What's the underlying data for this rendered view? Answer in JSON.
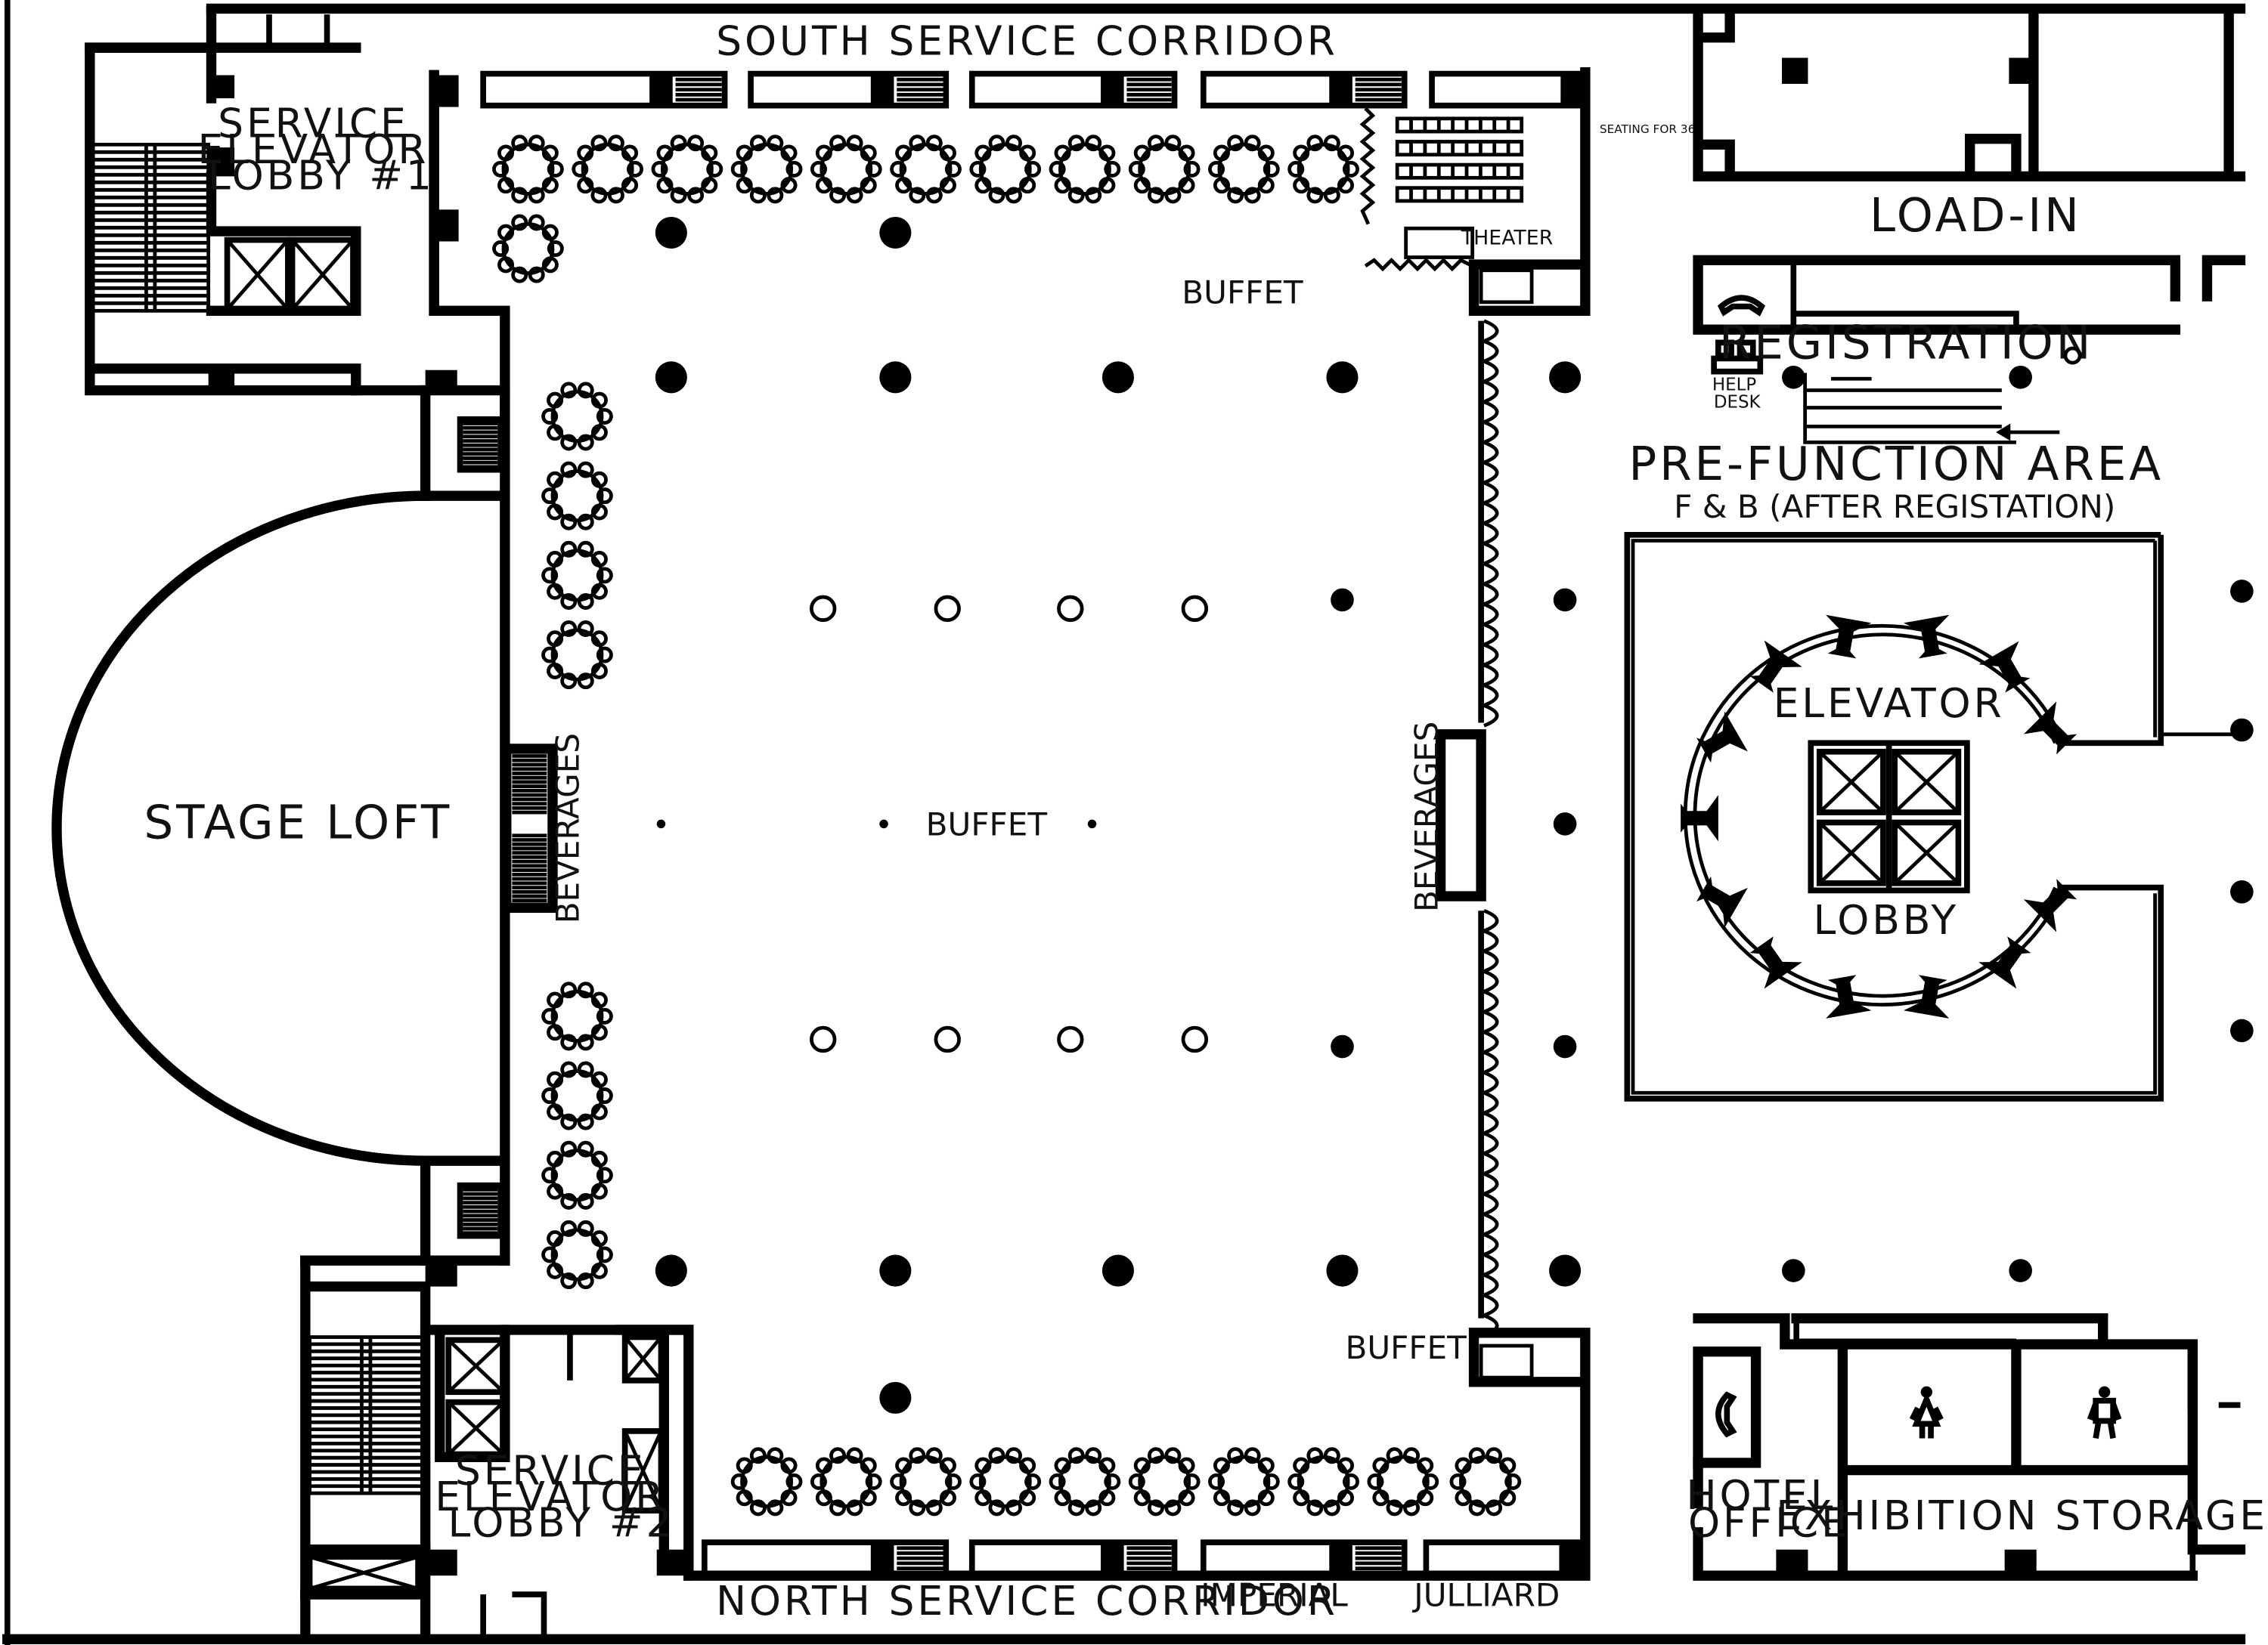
{
  "labels": {
    "south_corridor": "SOUTH SERVICE CORRIDOR",
    "north_corridor": "NORTH SERVICE CORRIDOR",
    "service_lobby_1": [
      "SERVICE",
      "ELEVATOR",
      "LOBBY #1"
    ],
    "service_lobby_2": [
      "SERVICE",
      "ELEVATOR",
      "LOBBY #2"
    ],
    "stage_loft": "STAGE LOFT",
    "buffet_top": "BUFFET",
    "buffet_center": "BUFFET",
    "buffet_bottom": "BUFFET",
    "beverages_left": "BEVERAGES",
    "beverages_right": "BEVERAGES",
    "theater": "THEATER",
    "seating": "SEATING FOR 36",
    "load_in": "LOAD-IN",
    "registration": "REGISTRATION",
    "help_desk": [
      "HELP",
      "DESK"
    ],
    "pre_function": "PRE-FUNCTION AREA",
    "fb_note": "F & B (AFTER REGISTATION)",
    "elevator": "ELEVATOR",
    "lobby": "LOBBY",
    "hotel_office": [
      "HOTEL",
      "OFFICE"
    ],
    "exhibition_storage": "EXHIBITION STORAGE",
    "imperial": "IMPERIAL",
    "julliard": "JULLIARD"
  },
  "icons": [
    "phone-icon",
    "women-restroom-icon",
    "men-restroom-icon",
    "elevator-icon",
    "stairs-icon",
    "round-table-icon",
    "column-icon"
  ]
}
